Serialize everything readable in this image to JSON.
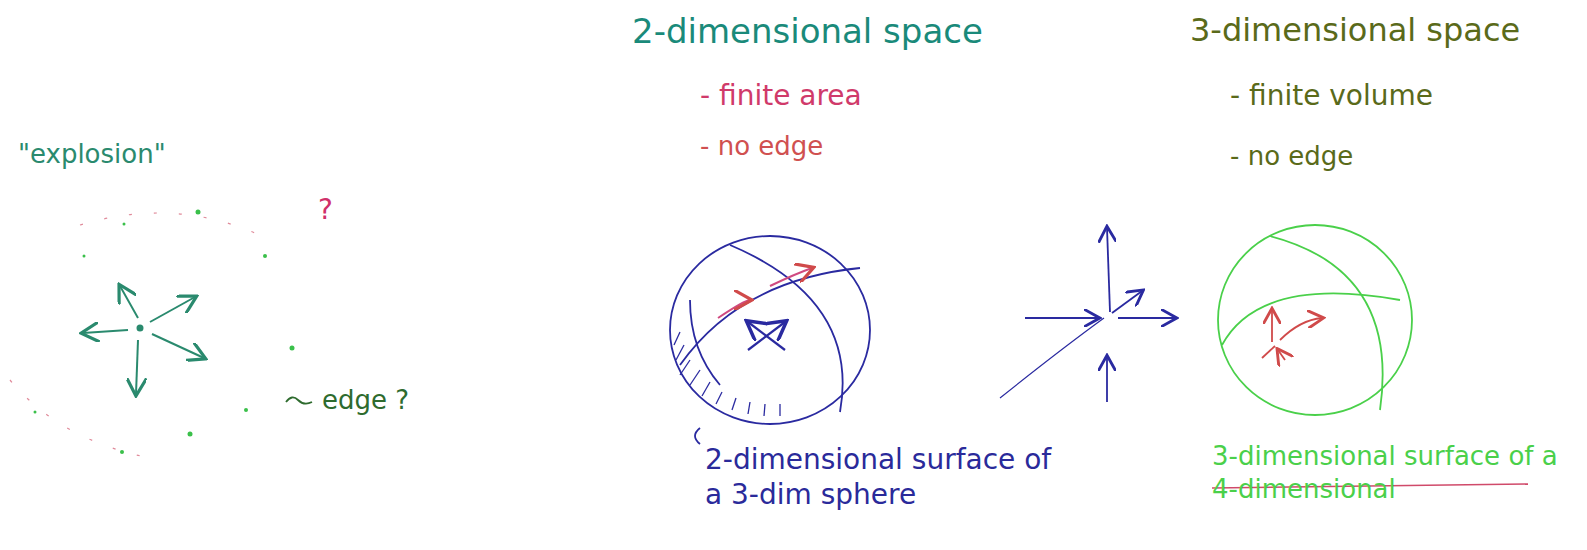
{
  "diagram": {
    "labels": [
      "\"explosion\"",
      "?",
      "edge ?",
      "2-dimensional space",
      "- finite area",
      "- no edge",
      "2-dimensional surface of a 3-dim sphere",
      "3-dimensional space",
      "- finite volume",
      "- no edge",
      "3-dimensional surface of a 4-dimensional"
    ]
  }
}
